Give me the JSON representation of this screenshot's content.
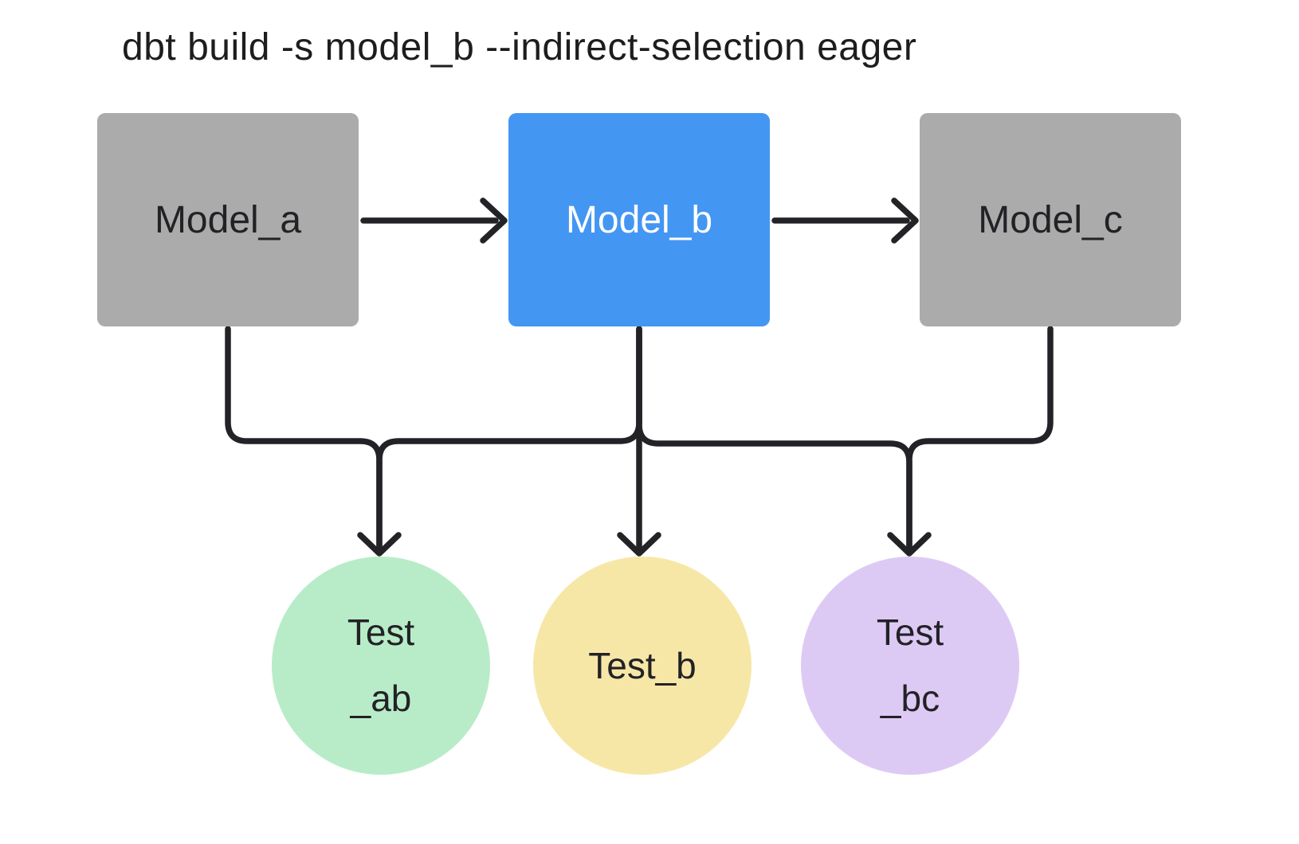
{
  "title": "dbt build -s model_b --indirect-selection eager",
  "nodes": {
    "models": [
      {
        "id": "model_a",
        "label": "Model_a",
        "variant": "gray"
      },
      {
        "id": "model_b",
        "label": "Model_b",
        "variant": "blue"
      },
      {
        "id": "model_c",
        "label": "Model_c",
        "variant": "gray"
      }
    ],
    "tests": [
      {
        "id": "test_ab",
        "label_line1": "Test",
        "label_line2": "_ab",
        "variant": "green"
      },
      {
        "id": "test_b",
        "label_line1": "Test_b",
        "label_line2": "",
        "variant": "yellow"
      },
      {
        "id": "test_bc",
        "label_line1": "Test",
        "label_line2": "_bc",
        "variant": "purple"
      }
    ]
  },
  "edges": [
    {
      "from": "model_a",
      "to": "model_b"
    },
    {
      "from": "model_b",
      "to": "model_c"
    },
    {
      "from": "model_a",
      "to": "test_ab"
    },
    {
      "from": "model_b",
      "to": "test_ab"
    },
    {
      "from": "model_b",
      "to": "test_b"
    },
    {
      "from": "model_b",
      "to": "test_bc"
    },
    {
      "from": "model_c",
      "to": "test_bc"
    }
  ],
  "colors": {
    "background": "#ffffff",
    "model_gray": "#ababab",
    "model_blue": "#4496f3",
    "test_green": "#b8ecc8",
    "test_yellow": "#f7e7a7",
    "test_purple": "#ddcaf4",
    "connector": "#232327",
    "text_dark": "#1d1d1f",
    "text_on_blue": "#ffffff"
  }
}
